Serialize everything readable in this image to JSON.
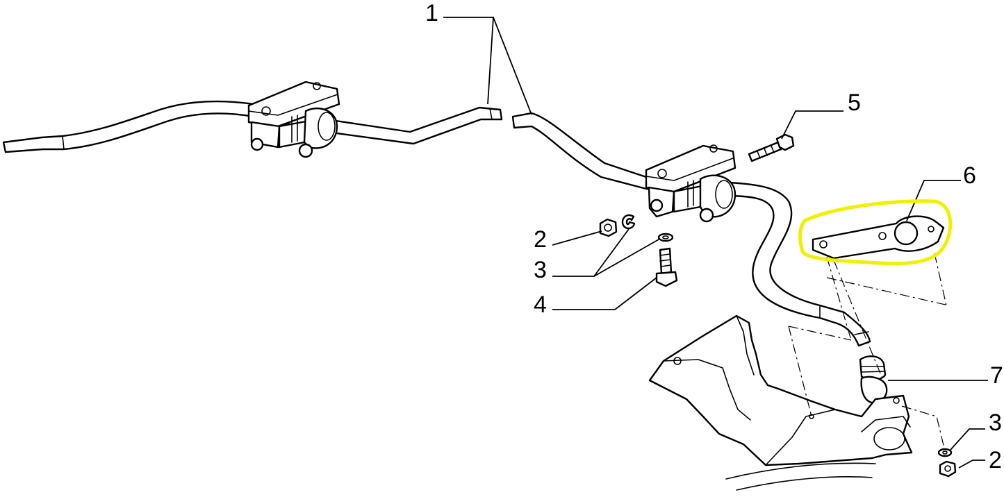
{
  "callouts": {
    "c1": "1",
    "c2a": "2",
    "c3a": "3",
    "c4": "4",
    "c5": "5",
    "c6": "6",
    "c7": "7",
    "c3b": "3",
    "c2b": "2"
  },
  "colors": {
    "highlight": "#f0f000",
    "line": "#000000",
    "background": "#ffffff"
  },
  "highlighted_part": "6"
}
